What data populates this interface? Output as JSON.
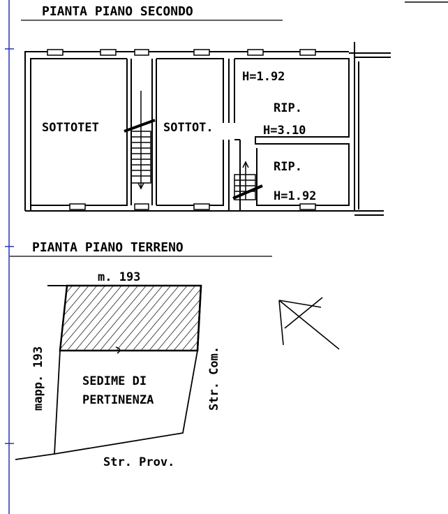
{
  "headings": {
    "upper_floor": "PIANTA PIANO SECONDO",
    "ground_floor": "PIANTA PIANO TERRENO"
  },
  "upper_floor": {
    "rooms": [
      {
        "label": "SOTTOTET"
      },
      {
        "label": "SOTTOT."
      },
      {
        "label": "RIP."
      },
      {
        "label": "RIP."
      }
    ],
    "heights": [
      "H=1.92",
      "H=3.10",
      "H=1.92"
    ]
  },
  "ground_floor": {
    "parcel_north": "m. 193",
    "parcel_west": "mapp. 193",
    "area_label_line1": "SEDIME DI",
    "area_label_line2": "PERTINENZA",
    "road_east": "Str. Com.",
    "road_south": "Str. Prov."
  }
}
